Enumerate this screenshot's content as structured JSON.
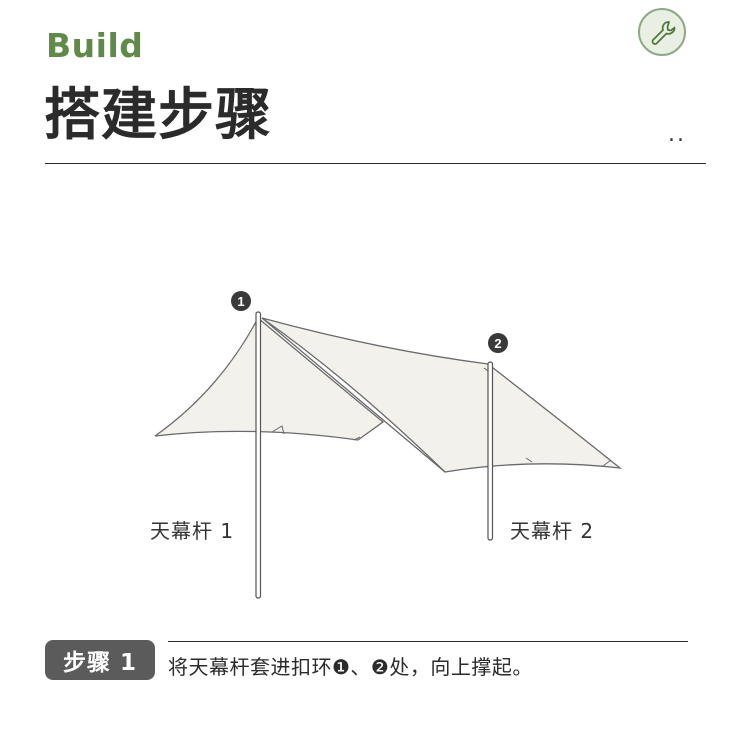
{
  "header": {
    "eyebrow": "Build",
    "title": "搭建步骤",
    "dots": "..",
    "badge_icon": "wrench-icon"
  },
  "diagram": {
    "markers": [
      {
        "label": "1"
      },
      {
        "label": "2"
      }
    ],
    "pole_labels": [
      "天幕杆 1",
      "天幕杆 2"
    ]
  },
  "step": {
    "badge": "步骤 1",
    "instruction": "将天幕杆套进扣环❶、❷处，向上撑起。"
  },
  "colors": {
    "accent_green": "#5f8a48",
    "text_dark": "#2b2b2b",
    "badge_gray": "#5b5b5b",
    "tarp_fill": "#f3f1ec"
  }
}
